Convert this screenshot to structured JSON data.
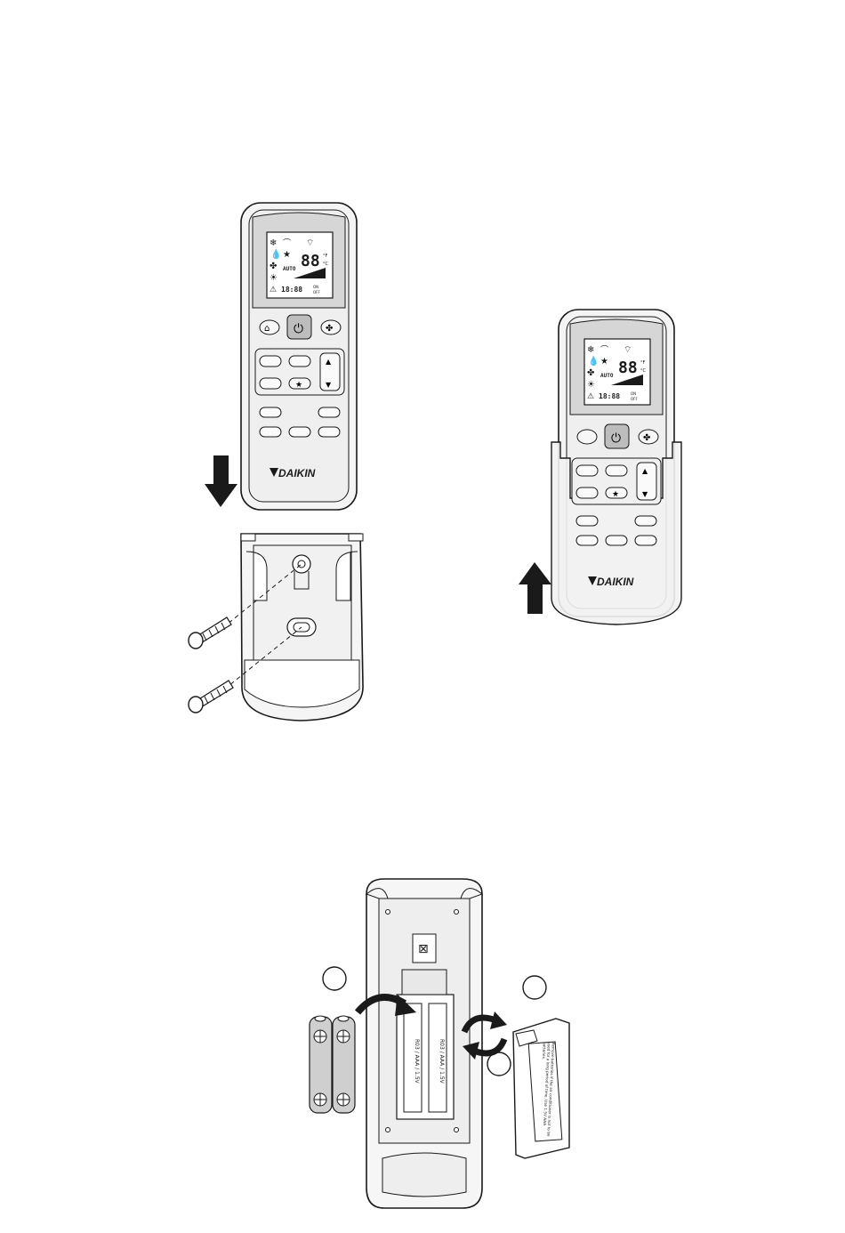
{
  "brand": "DAIKIN",
  "display": {
    "temp_digits": "88",
    "deg_f": "°F",
    "deg_c": "°C",
    "mode_text": "AUTO",
    "timer_digits": "18:88",
    "timer_on": "ON",
    "timer_off": "OFF"
  },
  "battery_label": "R03 / AAA / 1.5V",
  "battery_cover_text": "Remove batteries if the air conditioner is not to be used for a long period of time. Use 1.5V AAA batteries.",
  "colors": {
    "outline": "#1a1a1a",
    "body_fill": "#efefef",
    "screen_fill": "#d9d9d9",
    "lcd_fill": "#ffffff",
    "power_fill": "#bdbdbd",
    "arrow_fill": "#1a1a1a"
  }
}
